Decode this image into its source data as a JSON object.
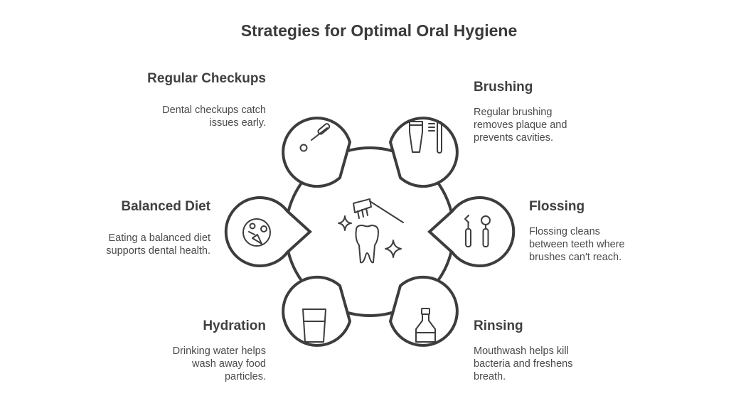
{
  "title": "Strategies for Optimal Oral Hygiene",
  "items": [
    {
      "label": "Regular Checkups",
      "desc": "Dental checkups catch issues early.",
      "icon": "dental-mirror-icon"
    },
    {
      "label": "Brushing",
      "desc": "Regular brushing removes plaque and prevents cavities.",
      "icon": "toothpaste-toothbrush-icon"
    },
    {
      "label": "Balanced Diet",
      "desc": "Eating a balanced diet supports dental health.",
      "icon": "vegetables-icon"
    },
    {
      "label": "Flossing",
      "desc": "Flossing cleans between teeth where brushes can't reach.",
      "icon": "dental-tools-icon"
    },
    {
      "label": "Hydration",
      "desc": "Drinking water helps wash away food particles.",
      "icon": "water-glass-icon"
    },
    {
      "label": "Rinsing",
      "desc": "Mouthwash helps kill bacteria and freshens breath.",
      "icon": "mouthwash-bottle-icon"
    }
  ],
  "center_icon": "tooth-brush-sparkle-icon",
  "colors": {
    "stroke": "#3d3d3d",
    "text": "#404040"
  }
}
